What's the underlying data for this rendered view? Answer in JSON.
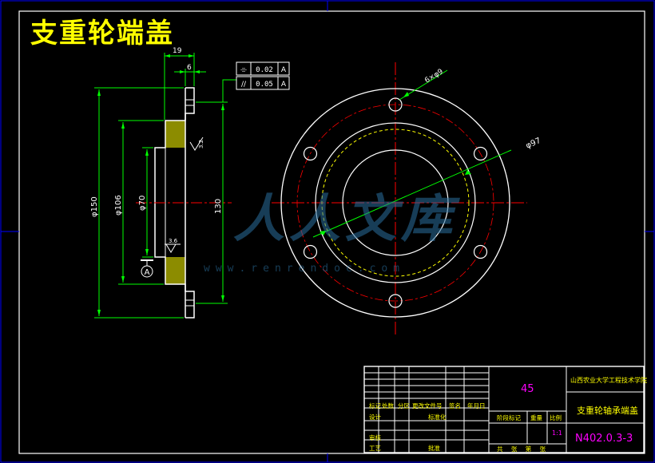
{
  "page_title": "支重轮端盖",
  "watermark": {
    "text": "人人文库",
    "url": "www.renrendoc.com"
  },
  "colors": {
    "background": "#000000",
    "frame": "#0000ff",
    "outline": "#ffffff",
    "dimension": "#00ff00",
    "centerline": "#ff0000",
    "hidden": "#ffff00",
    "hatch": "#ffff00",
    "text_magenta": "#ff00ff"
  },
  "dimensions": {
    "width_total": "19",
    "width_flange": "6",
    "dia_outer": "φ150",
    "dia_106": "φ106",
    "dia_70": "φ70",
    "dia_130": "130",
    "holes": "6×φ9",
    "pcd": "φ97"
  },
  "tolerances": [
    {
      "symbol": "⌯",
      "value": "0.02",
      "datum": "A"
    },
    {
      "symbol": "//",
      "value": "0.05",
      "datum": "A"
    }
  ],
  "datum": "A",
  "roughness": {
    "r1": "3.2",
    "r2": "3.6"
  },
  "title_block": {
    "material": "45",
    "university": "山西农业大学工程技术学院",
    "part_name": "支重轮轴承端盖",
    "drawing_no": "N402.0.3-3",
    "scale_value": "1:1",
    "hdr": [
      "标记",
      "处数",
      "分区",
      "更改文件号",
      "签名",
      "年月日"
    ],
    "design": "设计",
    "std": "标准化",
    "review": "审核",
    "process": "工艺",
    "approve": "批准",
    "stage_mark": "阶段标记",
    "weight": "重量",
    "scale": "比例",
    "sheets": "共 张 第 张"
  }
}
